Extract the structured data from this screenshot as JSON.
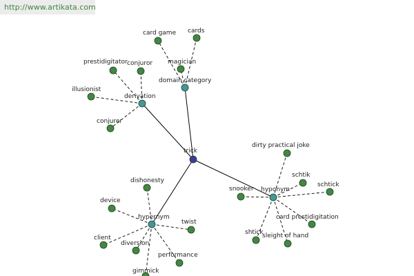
{
  "watermark": {
    "url": "http://www.artikata.com"
  },
  "colors": {
    "root_node": "#3a3aa0",
    "relation_node": "#3d9a9a",
    "leaf_node": "#3f8a3f",
    "node_stroke": "#1e3e1e",
    "trunk_edge": "#000000",
    "leaf_edge": "#000000"
  },
  "graph": {
    "root": {
      "id": "trick",
      "label": "trick"
    },
    "relations": [
      {
        "id": "domain_category",
        "label": "domain category"
      },
      {
        "id": "derivation",
        "label": "derivation"
      },
      {
        "id": "hyponym",
        "label": "hyponym"
      },
      {
        "id": "hypernym",
        "label": "hypernym"
      }
    ],
    "leaves": [
      {
        "id": "card_game",
        "label": "card game",
        "parent": "domain_category"
      },
      {
        "id": "cards",
        "label": "cards",
        "parent": "domain_category"
      },
      {
        "id": "magician",
        "label": "magician",
        "parent": "domain_category"
      },
      {
        "id": "prestidigitator",
        "label": "prestidigitator",
        "parent": "derivation"
      },
      {
        "id": "conjuror",
        "label": "conjuror",
        "parent": "derivation"
      },
      {
        "id": "illusionist",
        "label": "illusionist",
        "parent": "derivation"
      },
      {
        "id": "conjurer",
        "label": "conjurer",
        "parent": "derivation"
      },
      {
        "id": "dirty_practical_joke",
        "label": "dirty practical joke",
        "parent": "hyponym"
      },
      {
        "id": "schtik",
        "label": "schtik",
        "parent": "hyponym"
      },
      {
        "id": "schtick",
        "label": "schtick",
        "parent": "hyponym"
      },
      {
        "id": "snooker",
        "label": "snooker",
        "parent": "hyponym"
      },
      {
        "id": "card_prestidigitation",
        "label": "card prestidigitation",
        "parent": "hyponym"
      },
      {
        "id": "shtick",
        "label": "shtick",
        "parent": "hyponym"
      },
      {
        "id": "sleight_of_hand",
        "label": "sleight of hand",
        "parent": "hyponym"
      },
      {
        "id": "dishonesty",
        "label": "dishonesty",
        "parent": "hypernym"
      },
      {
        "id": "device",
        "label": "device",
        "parent": "hypernym"
      },
      {
        "id": "twist",
        "label": "twist",
        "parent": "hypernym"
      },
      {
        "id": "client",
        "label": "client",
        "parent": "hypernym"
      },
      {
        "id": "diversion",
        "label": "diversion",
        "parent": "hypernym"
      },
      {
        "id": "performance",
        "label": "performance",
        "parent": "hypernym"
      },
      {
        "id": "gimmick",
        "label": "gimmick",
        "parent": "hypernym"
      }
    ]
  }
}
